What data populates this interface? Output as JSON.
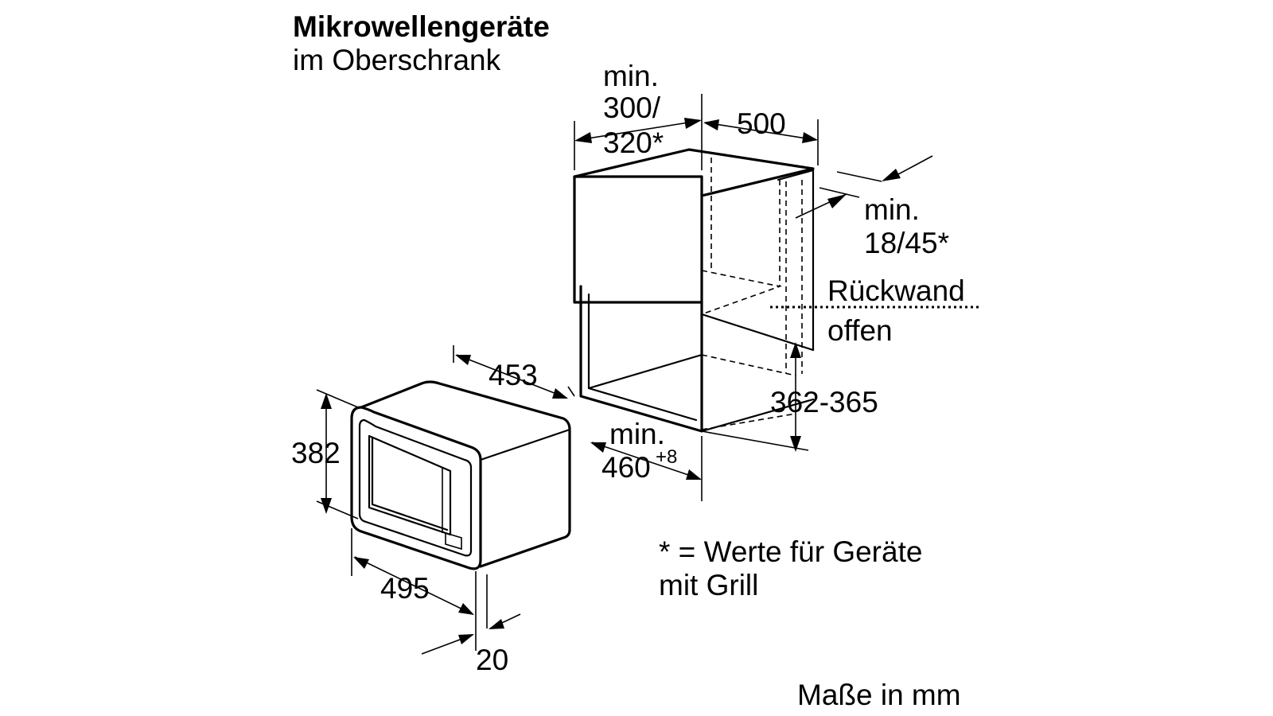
{
  "title": "Mikrowellengeräte",
  "subtitle": "im Oberschrank",
  "note_line1": "* = Werte für Geräte",
  "note_line2": "mit Grill",
  "units_note": "Maße in mm",
  "cabinet": {
    "width_min": "min.",
    "width_val1": "300/",
    "width_val2": "320*",
    "depth": "500",
    "gap_min": "min.",
    "gap_val": "18/45*",
    "rear_wall_1": "Rückwand",
    "rear_wall_2": "offen",
    "height_range": "362-365",
    "niche_min": "min.",
    "niche_val": "460",
    "niche_tol": "+8"
  },
  "microwave": {
    "width": "453",
    "height": "382",
    "depth": "495",
    "front": "20"
  }
}
